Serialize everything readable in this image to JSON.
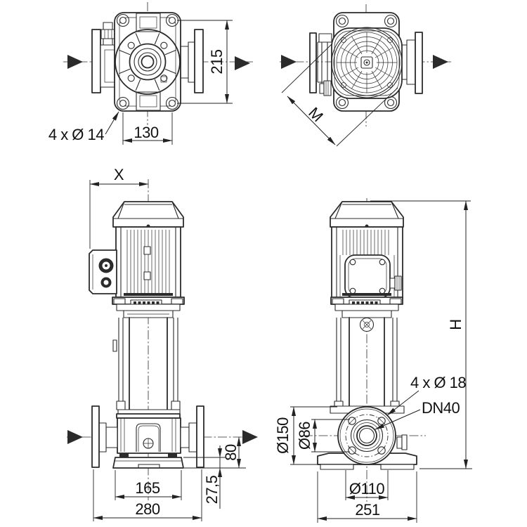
{
  "drawing": {
    "colors": {
      "line": "#2b2b2b",
      "text": "#111111",
      "background": "#ffffff"
    },
    "dims": {
      "tl_holes": "4 x Ø 14",
      "tl_width": "130",
      "tl_height": "215",
      "tr_diag": "M",
      "bl_x": "X",
      "bl_port": "80",
      "bl_foot": "27,5",
      "bl_base": "165",
      "bl_total": "280",
      "br_height": "H",
      "br_holes": "4 x Ø 18",
      "br_port": "DN40",
      "br_od": "Ø150",
      "br_face": "Ø86",
      "br_bc": "Ø110",
      "br_base": "251"
    }
  }
}
